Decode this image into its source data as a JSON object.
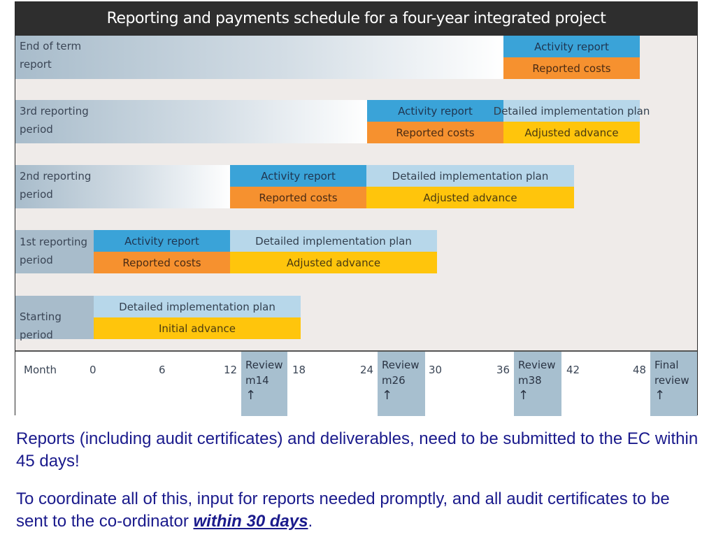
{
  "title": "Reporting and payments schedule for a four-year integrated project",
  "rows": [
    {
      "label": "End of term report"
    },
    {
      "label": "3rd reporting period"
    },
    {
      "label": "2nd reporting period"
    },
    {
      "label": "1st reporting period"
    },
    {
      "label": "Starting period"
    }
  ],
  "boxes": {
    "activity_report": "Activity report",
    "reported_costs": "Reported costs",
    "detailed_plan": "Detailed implementation plan",
    "adjusted_advance": "Adjusted advance",
    "initial_advance": "Initial advance"
  },
  "month_bar": {
    "label": "Month",
    "ticks": [
      "0",
      "6",
      "12",
      "18",
      "24",
      "30",
      "36",
      "42",
      "48"
    ],
    "reviews": [
      {
        "line1": "Review",
        "line2": "m14",
        "arrow": "↑"
      },
      {
        "line1": "Review",
        "line2": "m26",
        "arrow": "↑"
      },
      {
        "line1": "Review",
        "line2": "m38",
        "arrow": "↑"
      },
      {
        "line1": "Final",
        "line2": "review",
        "arrow": "↑"
      }
    ]
  },
  "notes": {
    "p1": "Reports (including audit certificates) and deliverables, need to be submitted to the EC within 45 days!",
    "p2_prefix": "To coordinate all of this, input for reports needed promptly, and all audit certificates to be sent to the co-ordinator ",
    "p2_link": "within 30 days",
    "p2_suffix": "."
  },
  "colors": {
    "blue": "#3aa3d8",
    "orange": "#f6912f",
    "light_blue": "#b7d7ea",
    "yellow": "#ffc50c",
    "title_bg": "#2e2e2e",
    "note_text": "#1a1a8c"
  }
}
